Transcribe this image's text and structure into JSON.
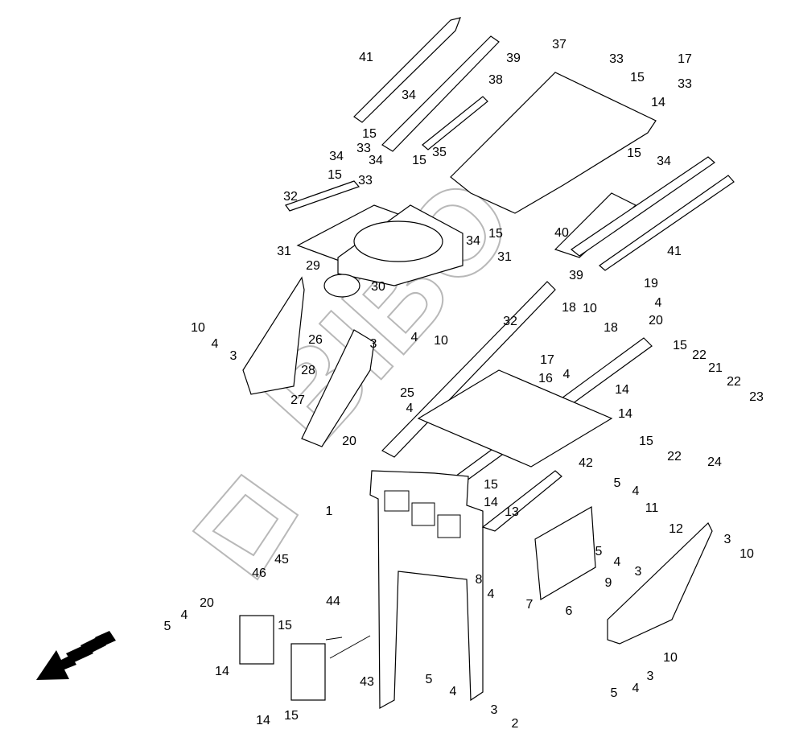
{
  "diagram": {
    "callouts": [
      "41",
      "39",
      "37",
      "33",
      "17",
      "34",
      "38",
      "15",
      "33",
      "14",
      "15",
      "33",
      "34",
      "34",
      "15",
      "35",
      "15",
      "34",
      "15",
      "33",
      "32",
      "31",
      "40",
      "41",
      "39",
      "34",
      "15",
      "31",
      "29",
      "30",
      "26",
      "32",
      "19",
      "18",
      "10",
      "4",
      "18",
      "20",
      "10",
      "4",
      "3",
      "28",
      "3",
      "4",
      "10",
      "17",
      "16",
      "4",
      "15",
      "22",
      "21",
      "22",
      "23",
      "14",
      "14",
      "15",
      "22",
      "24",
      "25",
      "27",
      "4",
      "20",
      "42",
      "15",
      "14",
      "13",
      "1",
      "5",
      "4",
      "11",
      "12",
      "5",
      "4",
      "3",
      "3",
      "10",
      "9",
      "8",
      "4",
      "7",
      "6",
      "46",
      "45",
      "44",
      "20",
      "4",
      "5",
      "15",
      "43",
      "14",
      "14",
      "15",
      "5",
      "4",
      "3",
      "2",
      "10",
      "3",
      "4",
      "5"
    ],
    "watermark": "BIBO",
    "direction_arrow": "forward-direction-arrow-icon",
    "line_color": "#000000",
    "watermark_color": "#b8b8b8"
  }
}
